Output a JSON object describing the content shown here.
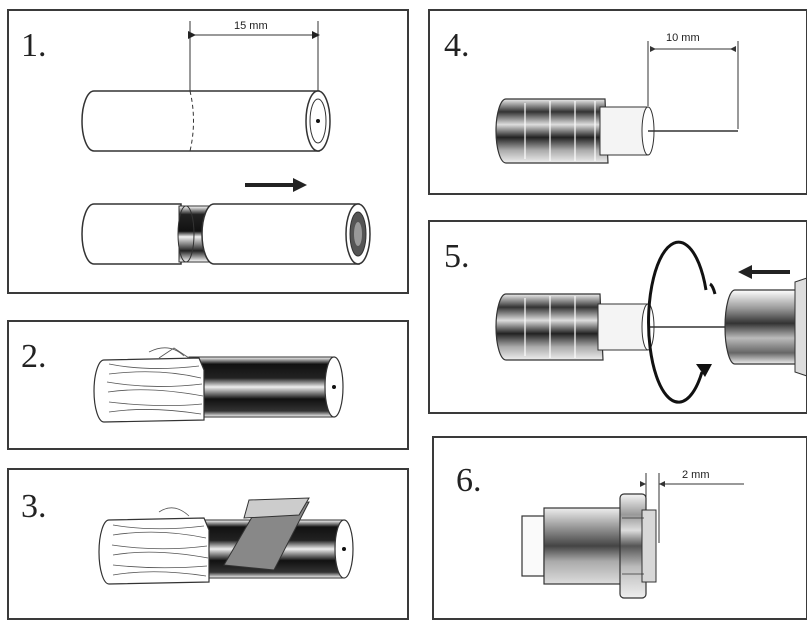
{
  "steps": [
    {
      "number": "1.",
      "dimension": "15 mm"
    },
    {
      "number": "2."
    },
    {
      "number": "3."
    },
    {
      "number": "4.",
      "dimension": "10 mm"
    },
    {
      "number": "5."
    },
    {
      "number": "6.",
      "dimension": "2 mm"
    }
  ]
}
